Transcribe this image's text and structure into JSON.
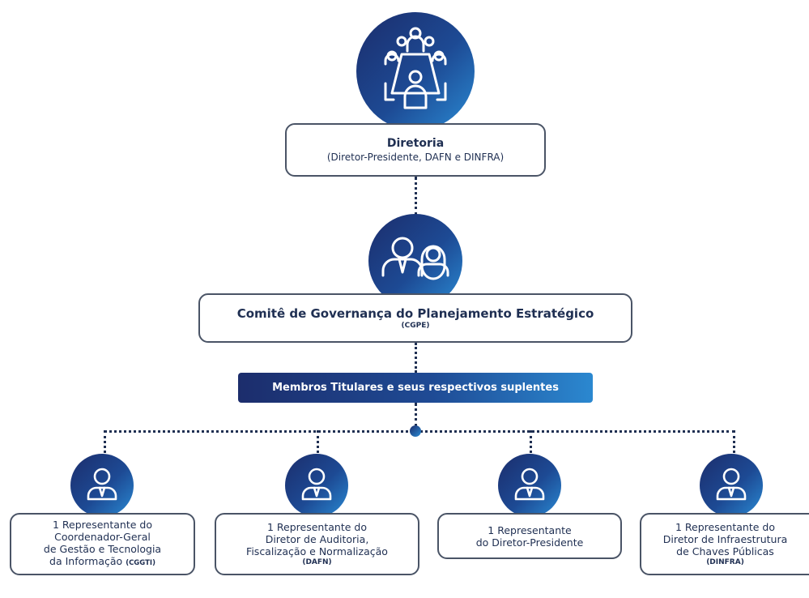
{
  "diretoria": {
    "icon": "board-meeting-icon",
    "title": "Diretoria",
    "subtitle": "(Diretor-Presidente, DAFN e DINFRA)"
  },
  "comite": {
    "icon": "committee-members-icon",
    "title": "Comitê de Governança do Planejamento Estratégico",
    "subtitle": "(CGPE)"
  },
  "banner": {
    "label": "Membros Titulares e seus respectivos suplentes"
  },
  "members": [
    {
      "icon": "person-icon",
      "lines": [
        "1 Representante do",
        "Coordenador-Geral",
        "de Gestão e Tecnologia"
      ],
      "last_line": "da Informação",
      "abbr": "(CGGTI)"
    },
    {
      "icon": "person-icon",
      "lines": [
        "1 Representante do",
        "Diretor de Auditoria,",
        "Fiscalização e Normalização"
      ],
      "abbr": "(DAFN)"
    },
    {
      "icon": "person-icon",
      "lines": [
        "1 Representante",
        "do Diretor-Presidente"
      ]
    },
    {
      "icon": "person-icon",
      "lines": [
        "1 Representante do",
        "Diretor de Infraestrutura",
        "de Chaves Públicas"
      ],
      "abbr": "(DINFRA)"
    }
  ],
  "colors": {
    "dark_blue": "#1c2d6c",
    "light_blue": "#2a8ad3",
    "border": "#4a5466"
  }
}
